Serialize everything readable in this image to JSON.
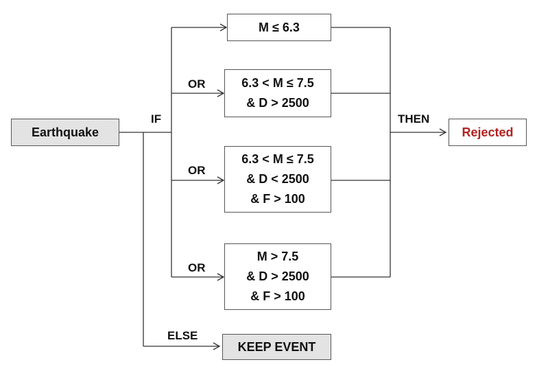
{
  "source": {
    "label": "Earthquake"
  },
  "conditions": [
    {
      "lines": [
        "M ≤ 6.3"
      ]
    },
    {
      "lines": [
        "6.3 < M ≤ 7.5",
        "& D > 2500"
      ]
    },
    {
      "lines": [
        "6.3 < M ≤ 7.5",
        "& D < 2500",
        "& F > 100"
      ]
    },
    {
      "lines": [
        "M > 7.5",
        "& D > 2500",
        "& F > 100"
      ]
    }
  ],
  "labels": {
    "if": "IF",
    "or": "OR",
    "then": "THEN",
    "else": "ELSE"
  },
  "outcome": {
    "label": "Rejected",
    "color": "#b22222"
  },
  "else_outcome": {
    "label": "KEEP EVENT"
  }
}
